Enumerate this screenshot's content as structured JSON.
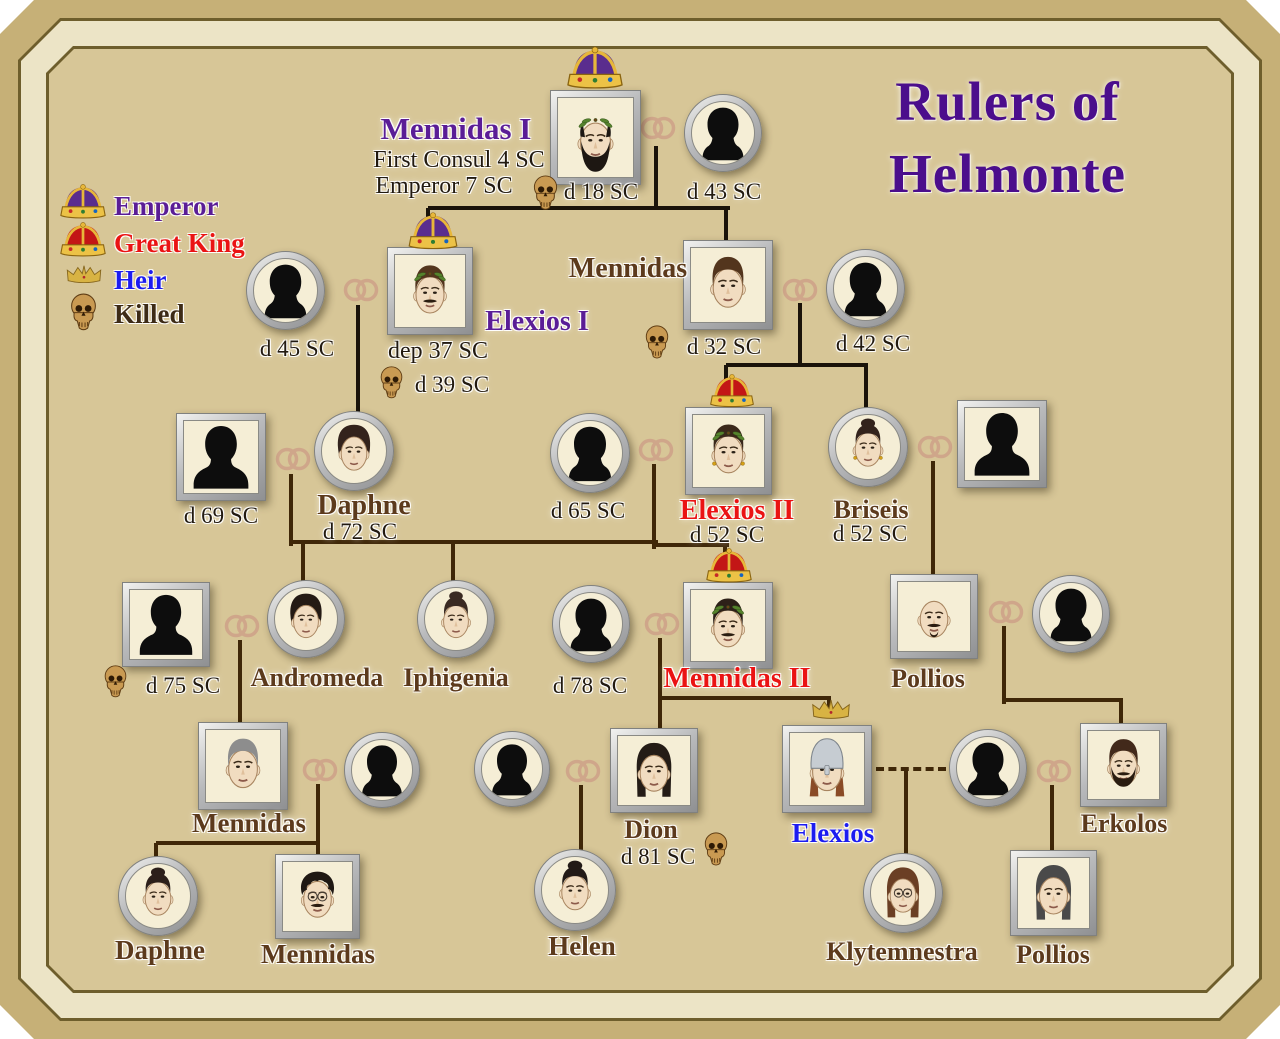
{
  "title": {
    "line1": "Rulers of",
    "line2": "Helmonte",
    "color": "#4b0e8c"
  },
  "legend": {
    "items": [
      {
        "icon": "emperor-crown-icon",
        "label": "Emperor",
        "color": "#5a1d96"
      },
      {
        "icon": "great-king-crown-icon",
        "label": "Great King",
        "color": "#ea1313"
      },
      {
        "icon": "heir-crown-icon",
        "label": "Heir",
        "color": "#1c1cf0"
      },
      {
        "icon": "skull-icon",
        "label": "Killed",
        "color": "#3d2b16"
      }
    ]
  },
  "colors": {
    "emperor": "#5a1d96",
    "great_king": "#ea1313",
    "heir": "#1c1cf0",
    "default_name": "#5c3a1c",
    "date": "#221a10"
  },
  "persons": [
    {
      "id": "mennidas-i",
      "name": "Mennidas I",
      "role": "emperor",
      "titles": [
        "First Consul 4 SC",
        "Emperor 7 SC"
      ],
      "death": "d 18 SC",
      "killed": true
    },
    {
      "id": "wife-of-mennidas-i",
      "silhouette": true,
      "death": "d 43 SC"
    },
    {
      "id": "elexios-i",
      "name": "Elexios I",
      "role": "emperor",
      "deposed": "dep 37 SC",
      "death": "d 39 SC",
      "killed": true
    },
    {
      "id": "wife-of-elexios-i",
      "silhouette": true,
      "death": "d 45 SC"
    },
    {
      "id": "mennidas",
      "name": "Mennidas",
      "death": "d 32 SC",
      "killed": true
    },
    {
      "id": "wife-of-mennidas",
      "silhouette": true,
      "death": "d 42 SC"
    },
    {
      "id": "husband-of-daphne",
      "silhouette": true,
      "death": "d 69 SC"
    },
    {
      "id": "daphne",
      "name": "Daphne",
      "death": "d 72 SC"
    },
    {
      "id": "first-wife-of-elexios-ii",
      "silhouette": true,
      "death": "d 65 SC"
    },
    {
      "id": "elexios-ii",
      "name": "Elexios II",
      "role": "great_king",
      "death": "d 52 SC"
    },
    {
      "id": "briseis",
      "name": "Briseis",
      "death": "d 52 SC"
    },
    {
      "id": "husband-of-briseis",
      "silhouette": true
    },
    {
      "id": "husband-of-andromeda",
      "silhouette": true,
      "death": "d 75 SC",
      "killed": true
    },
    {
      "id": "andromeda",
      "name": "Andromeda"
    },
    {
      "id": "iphigenia",
      "name": "Iphigenia"
    },
    {
      "id": "wife-of-mennidas-ii",
      "silhouette": true,
      "death": "d 78 SC"
    },
    {
      "id": "mennidas-ii",
      "name": "Mennidas II",
      "role": "great_king"
    },
    {
      "id": "pollios",
      "name": "Pollios"
    },
    {
      "id": "wife-of-pollios",
      "silhouette": true
    },
    {
      "id": "mennidas-the-younger",
      "name": "Mennidas"
    },
    {
      "id": "wife-of-mennidas-the-younger",
      "silhouette": true
    },
    {
      "id": "wife-of-dion",
      "silhouette": true
    },
    {
      "id": "dion",
      "name": "Dion",
      "death": "d 81 SC",
      "killed": true
    },
    {
      "id": "elexios-heir",
      "name": "Elexios",
      "role": "heir"
    },
    {
      "id": "mother-of-klytemnestra",
      "silhouette": true
    },
    {
      "id": "erkolos",
      "name": "Erkolos"
    },
    {
      "id": "daphne-the-younger",
      "name": "Daphne"
    },
    {
      "id": "mennidas-the-youngest",
      "name": "Mennidas"
    },
    {
      "id": "helen",
      "name": "Helen"
    },
    {
      "id": "klytemnestra",
      "name": "Klytemnestra"
    },
    {
      "id": "pollios-the-younger",
      "name": "Pollios"
    }
  ]
}
